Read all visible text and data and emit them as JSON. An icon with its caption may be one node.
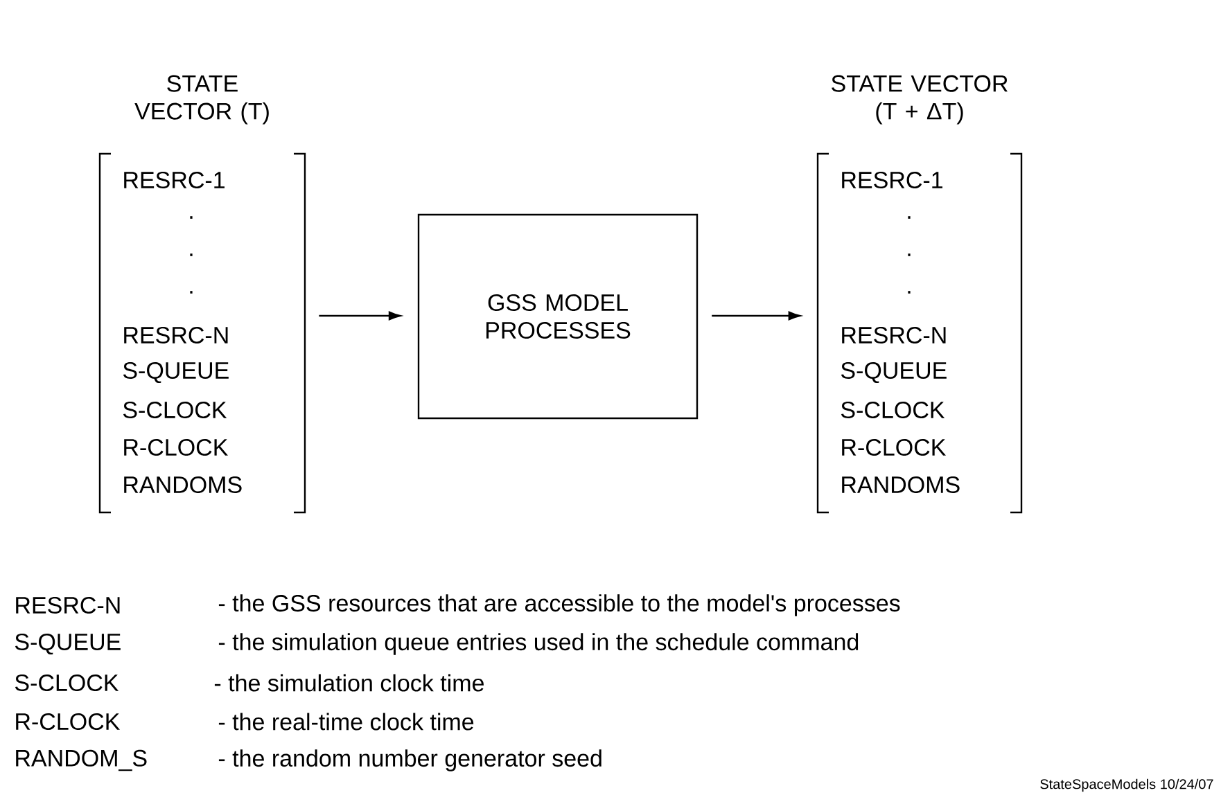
{
  "diagram": {
    "nodes": [
      {
        "text": [
          "STATE VECTOR (T)",
          "RESRC-1",
          ".",
          ".",
          ".",
          "RESRC-N",
          "S-QUEUE",
          "S-CLOCK",
          "R-CLOCK",
          "RANDOMS"
        ]
      },
      {
        "text": [
          "GSS MODEL PROCESSES"
        ]
      },
      {
        "text": [
          "STATE VECTOR (T + ΔT)",
          "RESRC-1",
          ".",
          ".",
          ".",
          "RESRC-N",
          "S-QUEUE",
          "S-CLOCK",
          "R-CLOCK",
          "RANDOMS"
        ]
      }
    ],
    "edges": [
      {
        "from": 0,
        "to": 1,
        "arrow": "to"
      },
      {
        "from": 1,
        "to": 2,
        "arrow": "to"
      }
    ],
    "labels": [
      "RESRC-N",
      "- the GSS resources that are accessible to the model's processes",
      "S-QUEUE",
      "- the simulation queue entries used in the schedule command",
      "S-CLOCK",
      "- the simulation clock time",
      "R-CLOCK",
      "- the real-time clock time",
      "RANDOM_S",
      "- the random number generator seed",
      "StateSpaceModels 10/24/07"
    ]
  }
}
